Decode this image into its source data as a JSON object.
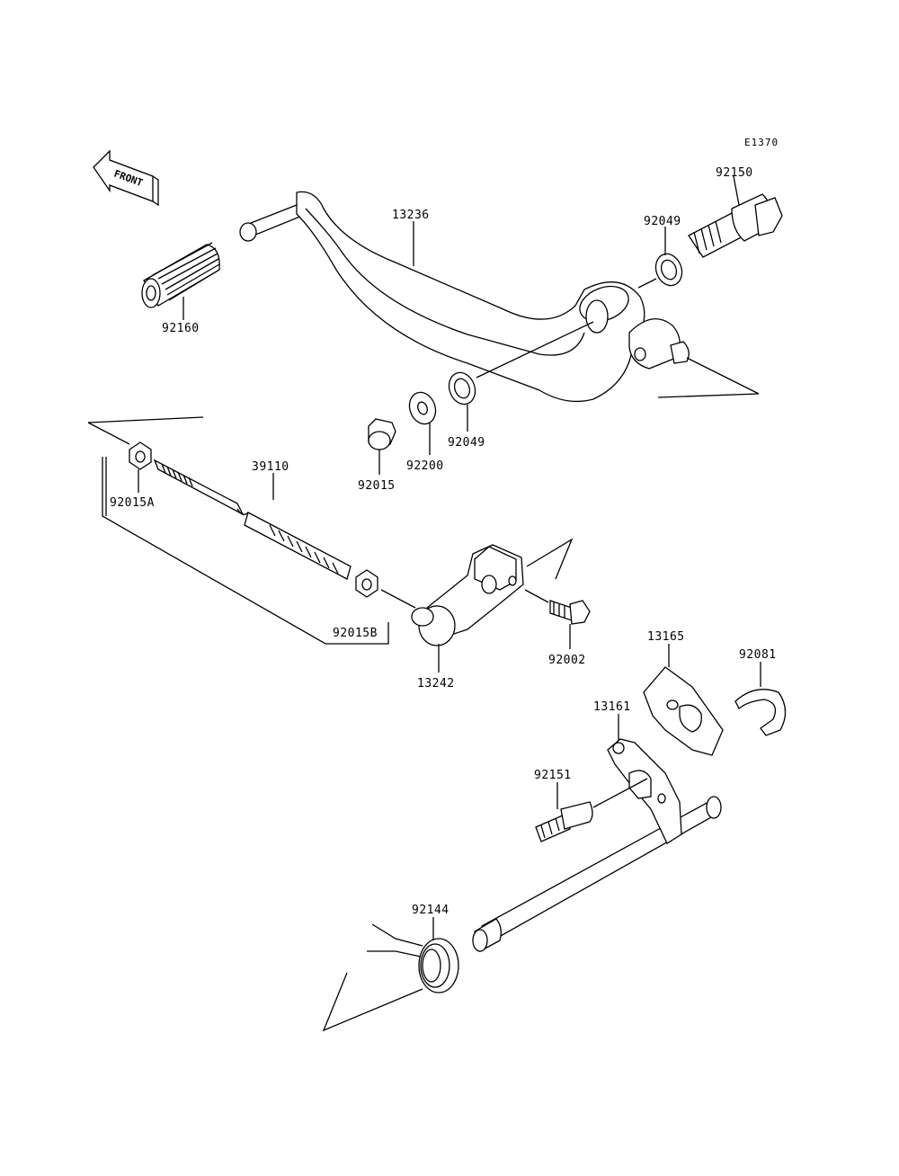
{
  "diagram": {
    "code": "E1370",
    "front_label": "FRONT",
    "parts": {
      "p13236": "13236",
      "p92160": "92160",
      "p92150": "92150",
      "p92049a": "92049",
      "p92049b": "92049",
      "p92200": "92200",
      "p92015": "92015",
      "p39110": "39110",
      "p92015A": "92015A",
      "p92015B": "92015B",
      "p13242": "13242",
      "p92002": "92002",
      "p13165": "13165",
      "p92081": "92081",
      "p13161": "13161",
      "p92151": "92151",
      "p92144": "92144"
    }
  }
}
